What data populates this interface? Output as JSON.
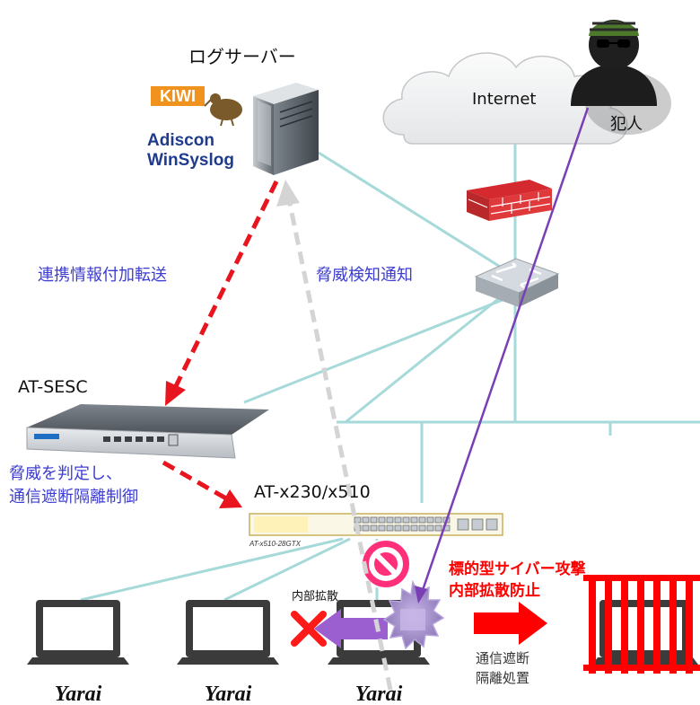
{
  "labels": {
    "log_server": "ログサーバー",
    "kiwi": "KIWI",
    "adiscon_line1": "Adiscon",
    "adiscon_line2": "WinSyslog",
    "internet": "Internet",
    "criminal": "犯人",
    "forward": "連携情報付加転送",
    "threat_notify": "脅威検知通知",
    "sesc": "AT-SESC",
    "judge_line1": "脅威を判定し、",
    "judge_line2": "通信遮断隔離制御",
    "switch": "AT-x230/x510",
    "switch_model": "AT-x510-28GTX",
    "internal_spread": "内部拡散",
    "attack_line1": "標的型サイバー攻撃",
    "attack_line2": "内部拡散防止",
    "isolate_line1": "通信遮断",
    "isolate_line2": "隔離処置",
    "yarai_1": "Yarai",
    "yarai_2": "Yarai",
    "yarai_3": "Yarai"
  },
  "colors": {
    "blue_text": "#3c3cd2",
    "red_alert": "#ff0000",
    "red_arrow": "#e8141e",
    "purple_attack": "#7a3fb5",
    "network_line": "#a6d9d9",
    "kiwi_orange": "#f0921e",
    "adiscon_navy": "#1f3c8c"
  }
}
